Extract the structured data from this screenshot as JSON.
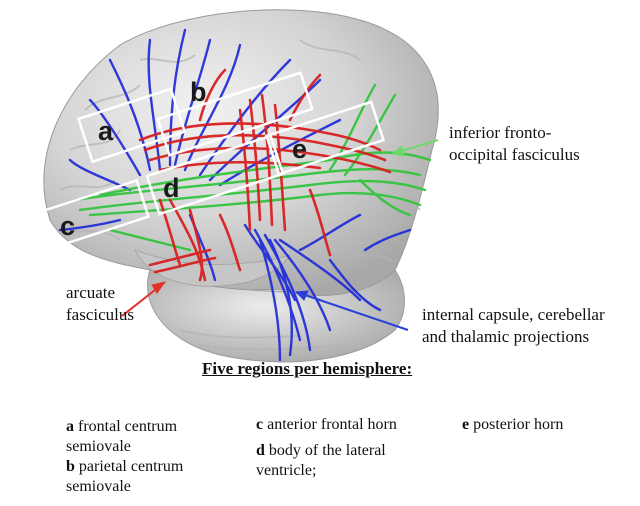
{
  "regions": [
    {
      "letter": "a",
      "name": "frontal centrum semiovale"
    },
    {
      "letter": "b",
      "name": "parietal centrum semiovale"
    },
    {
      "letter": "c",
      "name": "anterior frontal horn"
    },
    {
      "letter": "d",
      "name": "body of the lateral ventricle;"
    },
    {
      "letter": "e",
      "name": "posterior horn"
    }
  ],
  "labels": {
    "ifof_line1": "inferior fronto-",
    "ifof_line2": "occipital fasciculus",
    "arcuate_line1": "arcuate",
    "arcuate_line2": "fasciculus",
    "internal_line1": "internal capsule, cerebellar",
    "internal_line2": "and thalamic projections"
  },
  "heading": "Five regions per hemisphere:",
  "legend": {
    "a_line1": "frontal centrum",
    "a_line2": "semiovale",
    "b_line1": "parietal centrum",
    "b_line2": "semiovale",
    "c_text": "anterior frontal horn",
    "d_line1": "body of the lateral",
    "d_line2": "ventricle;",
    "e_text": "posterior horn"
  },
  "colors": {
    "blue_tracts": "#1f2bd8",
    "red_tracts": "#d81f1f",
    "green_tracts": "#2fc43a",
    "arrow_red": "#e0322a",
    "arrow_green": "#6fd86a",
    "arrow_blue": "#2a3fd6"
  }
}
